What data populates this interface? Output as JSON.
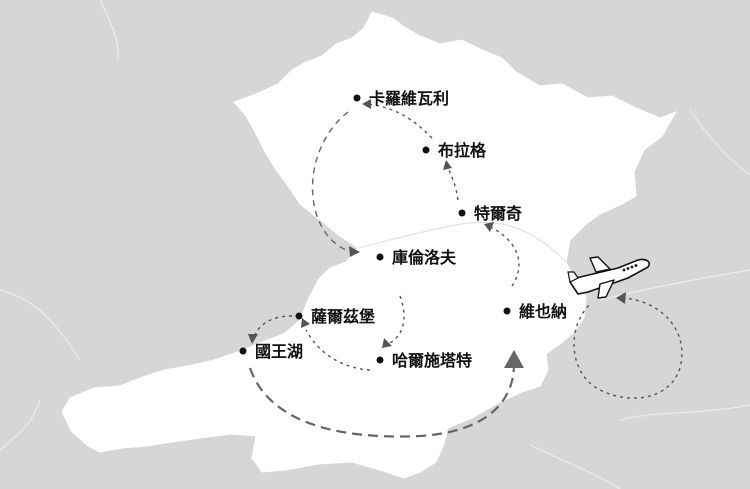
{
  "map": {
    "colors": {
      "land_highlight": "#ffffff",
      "land_other": "#d6d6d6",
      "border": "#ffffff",
      "route": "#444444",
      "route_main": "#666666",
      "text": "#111111"
    },
    "cities": [
      {
        "id": "karlovy-vary",
        "label": "卡羅維瓦利"
      },
      {
        "id": "prague",
        "label": "布拉格"
      },
      {
        "id": "trebic",
        "label": "特爾奇"
      },
      {
        "id": "krumlov",
        "label": "庫倫洛夫"
      },
      {
        "id": "vienna",
        "label": "維也納"
      },
      {
        "id": "salzburg",
        "label": "薩爾茲堡"
      },
      {
        "id": "hallstatt",
        "label": "哈爾施塔特"
      },
      {
        "id": "konigssee",
        "label": "國王湖"
      }
    ],
    "icons": {
      "plane": "airplane-icon"
    }
  }
}
